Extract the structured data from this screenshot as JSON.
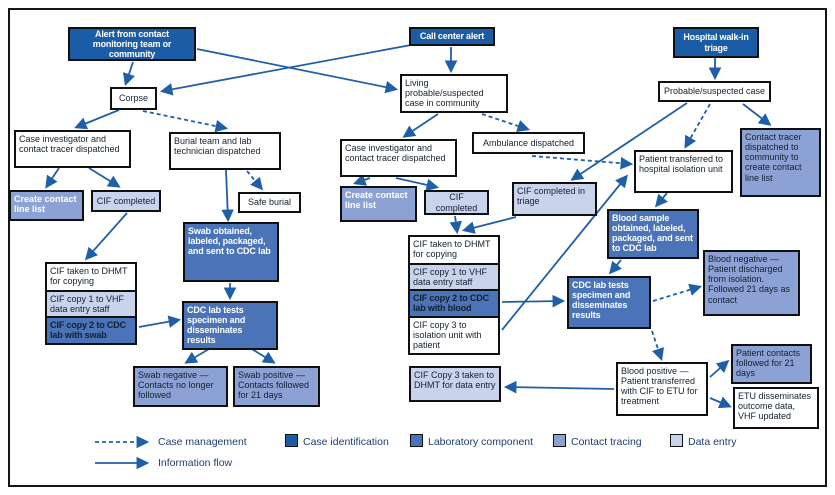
{
  "figure": {
    "colors": {
      "case_identification": "#1b5ca6",
      "laboratory_component": "#4a73b8",
      "contact_tracing": "#8da2d4",
      "data_entry": "#c9d3ec",
      "arrow": "#1f5fa8"
    },
    "boxes": {
      "alert_community": "Alert from contact monitoring team or community",
      "call_center": "Call center alert",
      "hospital_triage": "Hospital walk-in triage",
      "corpse": "Corpse",
      "living_case": "Living probable/suspected case in community",
      "probable_case": "Probable/suspected case",
      "investigator_left": "Case investigator and contact tracer dispatched",
      "burial_team": "Burial team and lab technician dispatched",
      "investigator_mid": "Case investigator and contact tracer dispatched",
      "ambulance": "Ambulance dispatched",
      "patient_transferred": "Patient transferred to hospital isolation unit",
      "tracer_community": "Contact tracer dispatched to community to create contact line list",
      "create_line_list_left": "Create contact line list",
      "cif_completed_left": "CIF completed",
      "safe_burial": "Safe burial",
      "create_line_list_mid": "Create contact line list",
      "cif_completed_mid": "CIF completed",
      "cif_completed_triage": "CIF completed in triage",
      "swab_obtained": "Swab obtained, labeled, packaged, and sent to CDC lab",
      "cif_dhmt_left": "CIF taken to DHMT for copying",
      "cif_copy1_left": "CIF copy 1 to VHF data entry staff",
      "cif_copy2_swab": "CIF copy 2 to CDC lab with swab",
      "cdc_lab_left": "CDC lab tests specimen and disseminates results",
      "swab_negative": "Swab negative — Contacts no longer followed",
      "swab_positive": "Swab positive — Contacts followed for 21 days",
      "cif_dhmt_mid": "CIF taken to DHMT for copying",
      "cif_copy1_mid": "CIF copy 1 to VHF data entry staff",
      "cif_copy2_blood": "CIF copy 2 to CDC lab with blood",
      "cif_copy3_isolation": "CIF copy 3 to isolation unit with patient",
      "cif_copy3_dhmt": "CIF Copy 3 taken to DHMT for data entry",
      "blood_sample": "Blood sample obtained, labeled, packaged, and sent to CDC lab",
      "cdc_lab_right": "CDC lab tests specimen and disseminates results",
      "blood_negative": "Blood negative — Patient discharged from isolation. Followed 21 days as contact",
      "blood_positive": "Blood positive — Patient transferred with CIF to ETU for treatment",
      "patient_contacts": "Patient contacts followed for 21 days",
      "etu_disseminates": "ETU disseminates outcome data, VHF updated"
    },
    "legend": {
      "case_management": "Case management",
      "information_flow": "Information flow",
      "case_identification": "Case identification",
      "laboratory_component": "Laboratory component",
      "contact_tracing": "Contact tracing",
      "data_entry": "Data entry"
    }
  }
}
